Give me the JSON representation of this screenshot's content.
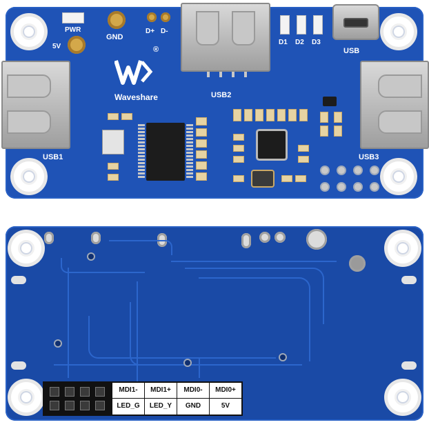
{
  "top": {
    "labels": {
      "pwr": "PWR",
      "gnd": "GND",
      "dp": "D+",
      "dm": "D-",
      "v5": "5V",
      "d1": "D1",
      "d2": "D2",
      "d3": "D3",
      "usb": "USB",
      "usb1": "USB1",
      "usb2": "USB2",
      "usb3": "USB3",
      "brand": "Waveshare",
      "reg": "®"
    }
  },
  "bottom": {
    "table": {
      "row1": [
        "MDI1-",
        "MDI1+",
        "MDI0-",
        "MDI0+"
      ],
      "row2": [
        "LED_G",
        "LED_Y",
        "GND",
        "5V"
      ]
    }
  }
}
